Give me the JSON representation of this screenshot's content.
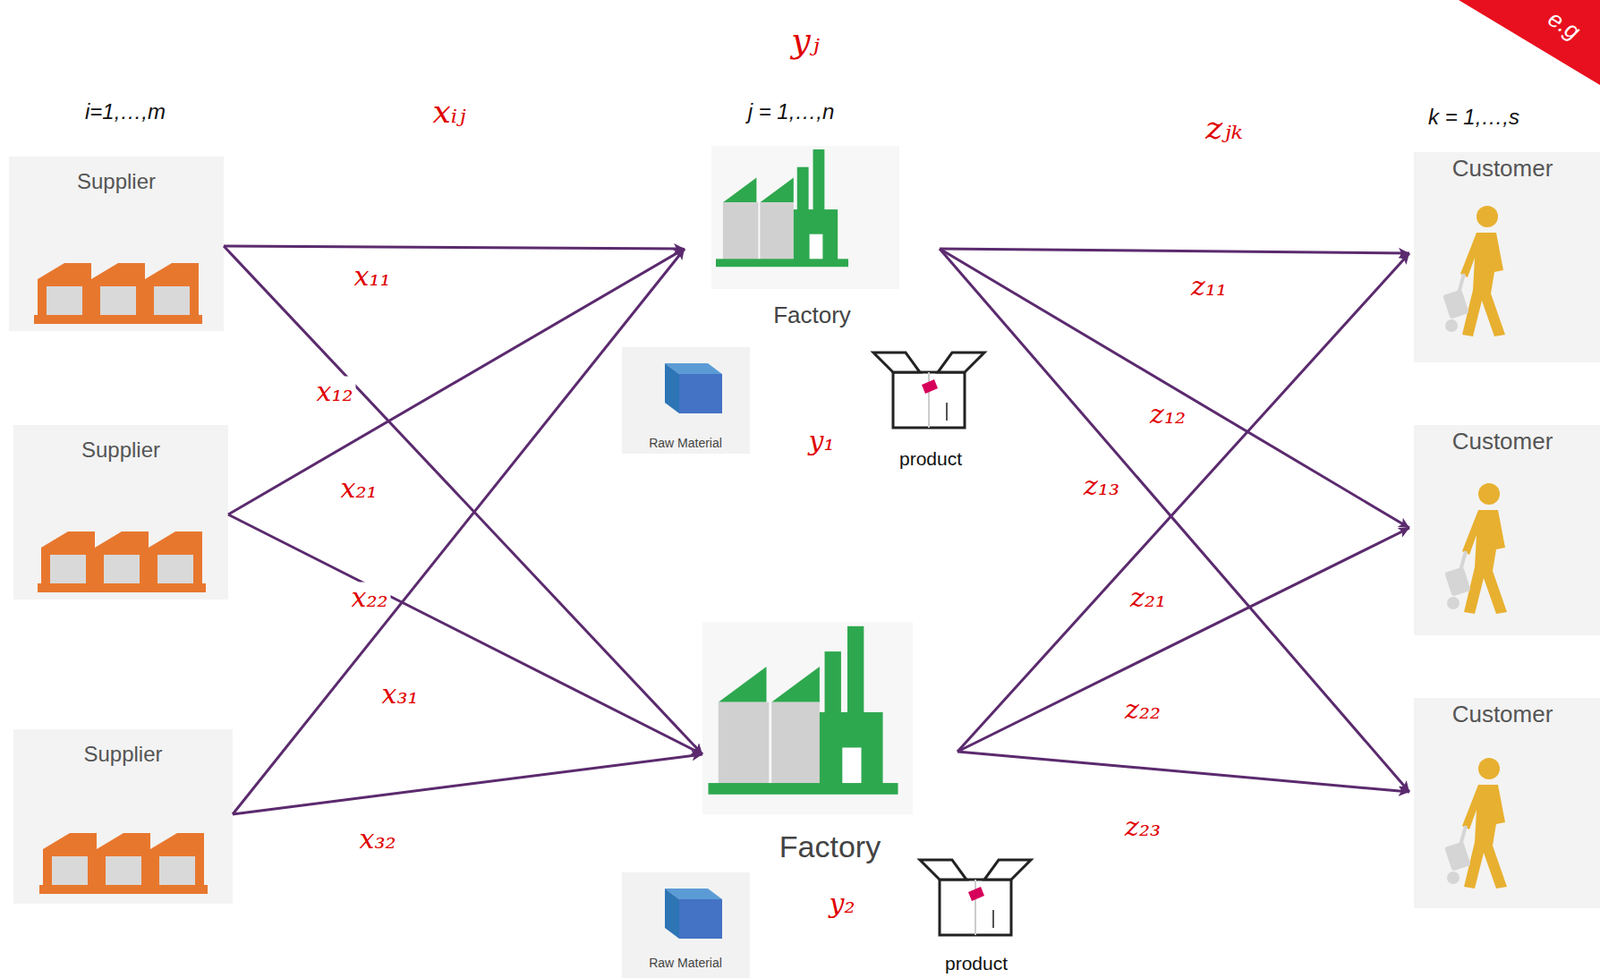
{
  "diagram": {
    "nodes": [
      {
        "text": [
          "Supplier"
        ]
      },
      {
        "text": [
          "Supplier"
        ]
      },
      {
        "text": [
          "Supplier"
        ]
      },
      {
        "text": [
          "Factory"
        ]
      },
      {
        "text": [
          "Factory"
        ]
      },
      {
        "text": [
          "Customer"
        ]
      },
      {
        "text": [
          "Customer"
        ]
      },
      {
        "text": [
          "Customer"
        ]
      }
    ],
    "edges": [
      {
        "from": 0,
        "to": 3,
        "arrow": "to",
        "label": "x₁₁"
      },
      {
        "from": 0,
        "to": 4,
        "arrow": "to",
        "label": "x₁₂"
      },
      {
        "from": 1,
        "to": 3,
        "arrow": "to",
        "label": "x₂₁"
      },
      {
        "from": 1,
        "to": 4,
        "arrow": "to",
        "label": "x₂₂"
      },
      {
        "from": 2,
        "to": 3,
        "arrow": "to",
        "label": "x₃₁"
      },
      {
        "from": 2,
        "to": 4,
        "arrow": "to",
        "label": "x₃₂"
      },
      {
        "from": 3,
        "to": 5,
        "arrow": "to",
        "label": "z₁₁"
      },
      {
        "from": 3,
        "to": 6,
        "arrow": "to",
        "label": "z₁₂"
      },
      {
        "from": 3,
        "to": 7,
        "arrow": "to",
        "label": "z₁₃"
      },
      {
        "from": 4,
        "to": 5,
        "arrow": "to",
        "label": "z₂₁"
      },
      {
        "from": 4,
        "to": 6,
        "arrow": "to",
        "label": "z₂₂"
      },
      {
        "from": 4,
        "to": 7,
        "arrow": "to",
        "label": "z₂₃"
      }
    ],
    "labels": [
      "e.g",
      "yⱼ",
      "i=1,…,m",
      "xᵢⱼ",
      "j = 1,…,n",
      "zⱼₖ",
      "k = 1,…,s",
      "Raw Material",
      "y₁",
      "product",
      "Raw Material",
      "y₂",
      "product"
    ]
  }
}
